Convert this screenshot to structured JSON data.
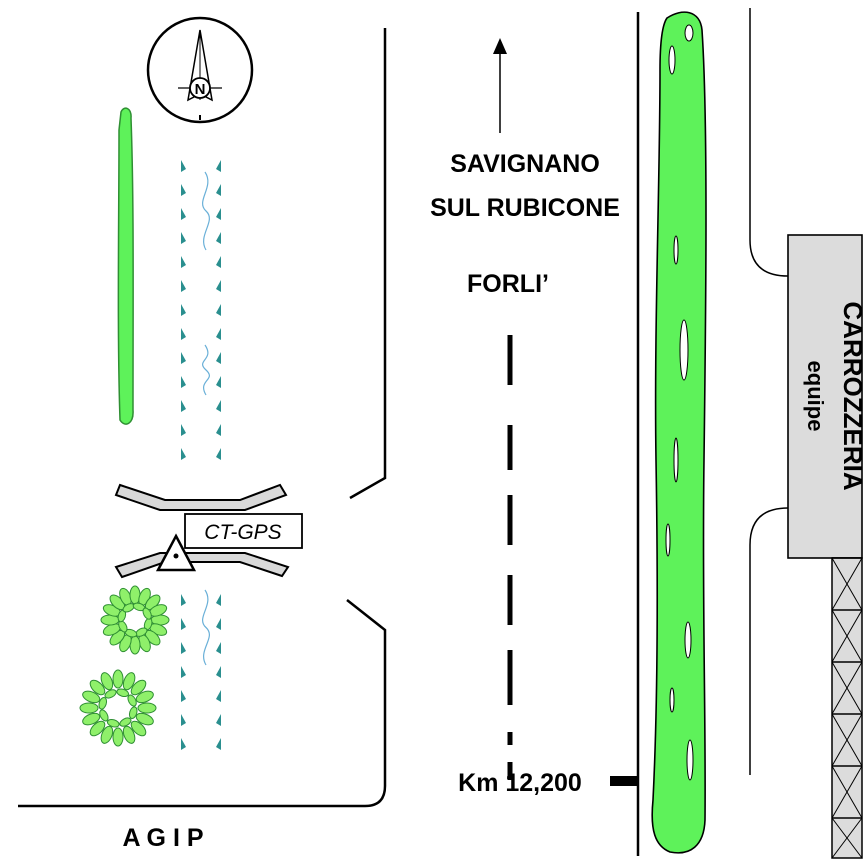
{
  "labels": {
    "destination_line1": "SAVIGNANO",
    "destination_line2": "SUL  RUBICONE",
    "destination_forli": "FORLI’",
    "km_marker": "Km 12,200",
    "station_label": "CT-GPS",
    "agip": "A G I P",
    "business_name": "CARROZZERIA",
    "business_sub": "equipe",
    "compass_letter": "N"
  },
  "colors": {
    "vegetation": "#5ef25a",
    "vegetation_dark": "#2f8f33",
    "tree_green": "#8ff06a",
    "median_marks": "#2a8f8f",
    "building_fill": "#dcdcdc",
    "bridge_fill": "#d9d9d9",
    "road_line": "#000000"
  },
  "icons": {
    "compass": "north-arrow-compass-icon",
    "station": "survey-triangle-icon",
    "direction": "arrow-up-icon"
  }
}
